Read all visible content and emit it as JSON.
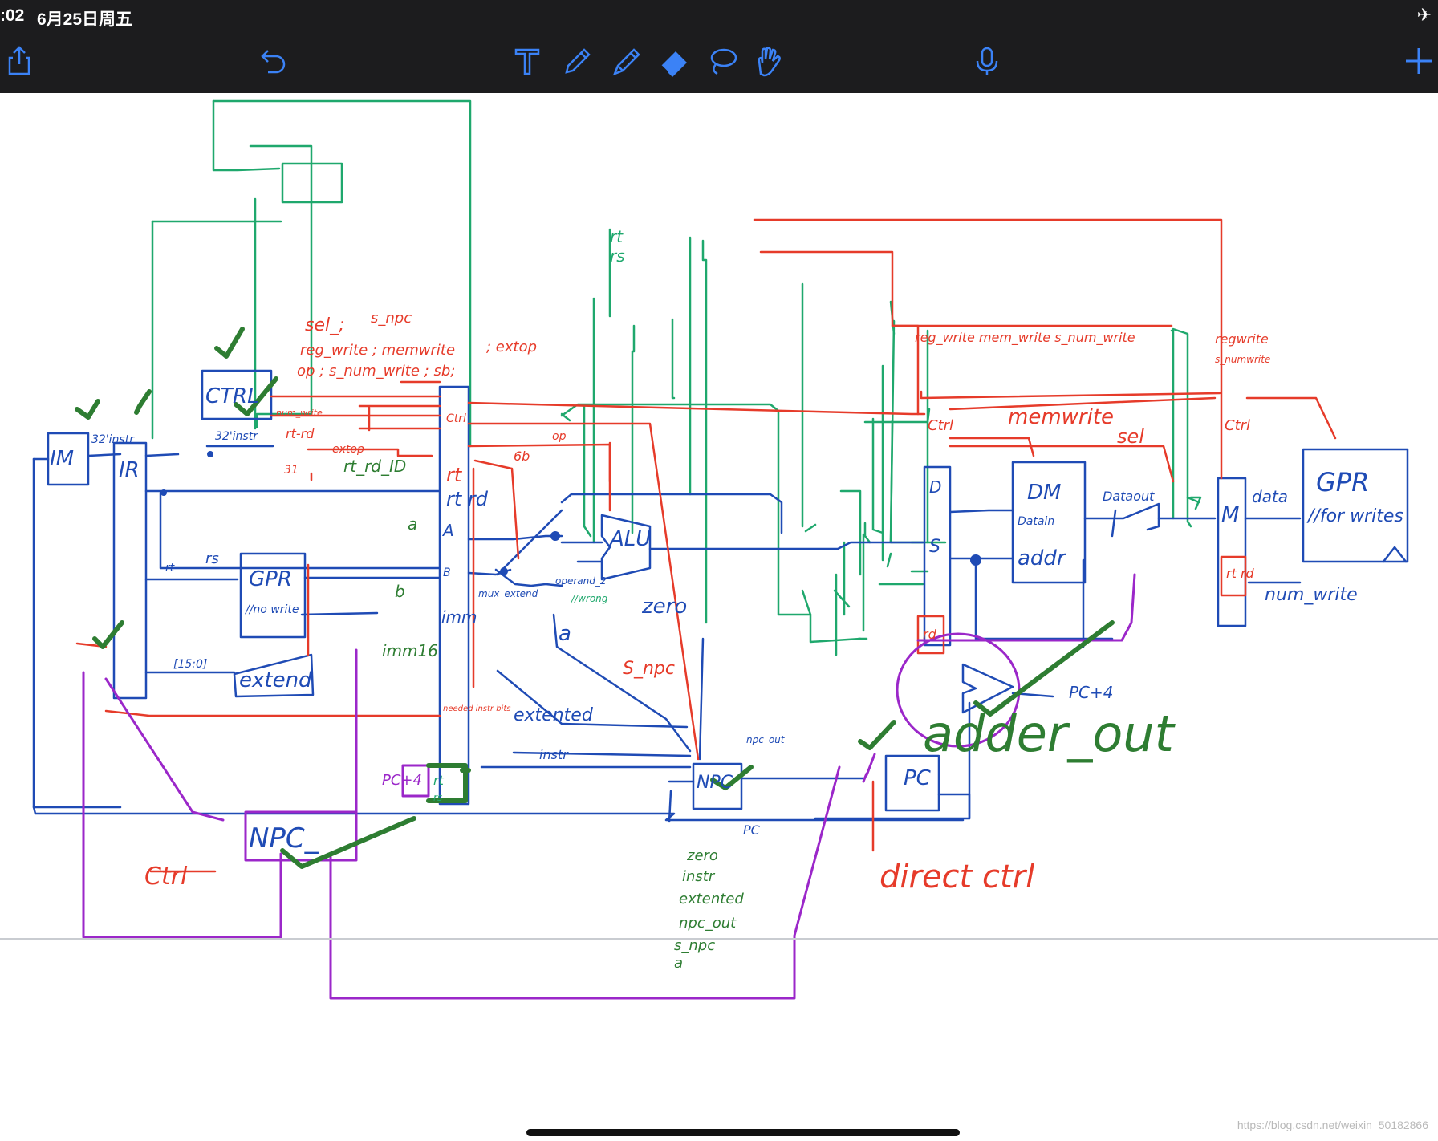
{
  "status_bar": {
    "time": ":02",
    "date": "6月25日周五",
    "airplane_icon": "airplane-icon"
  },
  "toolbar": {
    "buttons": [
      {
        "name": "share",
        "icon": "share-icon"
      },
      {
        "name": "undo",
        "icon": "undo-icon"
      },
      {
        "name": "text",
        "icon": "text-tool-icon"
      },
      {
        "name": "pen",
        "icon": "pen-icon"
      },
      {
        "name": "highlighter",
        "icon": "highlighter-icon"
      },
      {
        "name": "eraser",
        "icon": "eraser-icon",
        "selected": true
      },
      {
        "name": "lasso",
        "icon": "lasso-icon"
      },
      {
        "name": "hand",
        "icon": "hand-icon"
      },
      {
        "name": "microphone",
        "icon": "microphone-icon"
      },
      {
        "name": "add",
        "icon": "plus-icon"
      }
    ],
    "accent_color": "#3b82f6"
  },
  "drawing": {
    "colors": {
      "blue": "#1f4bb5",
      "red": "#e63b2a",
      "green": "#1fa86d",
      "purple": "#9b27c9",
      "dark_green": "#2e7d32"
    },
    "blocks": {
      "im": "IM",
      "ir": "IR",
      "ctrl": "CTRL",
      "gpr": "GPR",
      "gpr_note": "//no write",
      "extend": "extend",
      "alu": "ALU",
      "npc": "NPC",
      "npc_": "NPC_",
      "pc": "PC",
      "dm": "DM",
      "dm_datain": "Datain",
      "dm_addr": "addr",
      "gpr_w": "GPR",
      "gpr_w_note": "//for writes"
    },
    "labels": {
      "instr_32": "32'instr",
      "instr_32b": "32'instr",
      "rt": "rt",
      "rs": "rs",
      "rt_rd": "rt-rd",
      "rt_rd_31": "31",
      "extop": "extop",
      "rt_rd_id": "rt_rd_ID",
      "sel": "sel_;",
      "s_npc_top": "s_npc",
      "reg_write": "reg_write ; memwrite",
      "extop_top": "; extop",
      "op_line": "op ; s_num_write ; sb;",
      "num_write": "num_write",
      "op": "op",
      "sixb": "6b",
      "a": "a",
      "b": "b",
      "imm16": "imm16",
      "imm_label": "[15:0]",
      "needed_instr_bits": "needed instr bits",
      "pc4_small": "PC+4",
      "extented": "extented",
      "instr": "instr",
      "zero": "zero",
      "mux_extend": "mux_extend",
      "operand_2": "operand_2",
      "wrong": "//wrong",
      "s_npc": "S_npc",
      "npc_out": "npc_out",
      "pc": "PC",
      "ctrl_left": "Ctrl",
      "direct_ctrl": "direct ctrl",
      "memwrite": "memwrite",
      "sel_r": "sel",
      "reg_write_r": "reg_write mem_write s_num_write",
      "regwrite_far": "regwrite",
      "s_numwrite_far": "s_numwrite",
      "datain_lbl": "D",
      "s_lbl": "S",
      "dataout": "Dataout",
      "data": "data",
      "m": "M",
      "num_write_bottom": "num_write",
      "pc4": "PC+4",
      "adder_out": "adder_out",
      "rt_stage": "rt",
      "rd_stage": "rd",
      "rs_stage": "rs",
      "rt_left": "rt",
      "rs_left": "rs",
      "a_stage": "A",
      "b_stage": "B",
      "imm_stage": "imm",
      "ctrl_stage": "Ctrl",
      "rt_rd_stage": "rt rd",
      "bottom_list": [
        "zero",
        "instr",
        "extented",
        "npc_out",
        "s_npc",
        "a"
      ]
    }
  }
}
